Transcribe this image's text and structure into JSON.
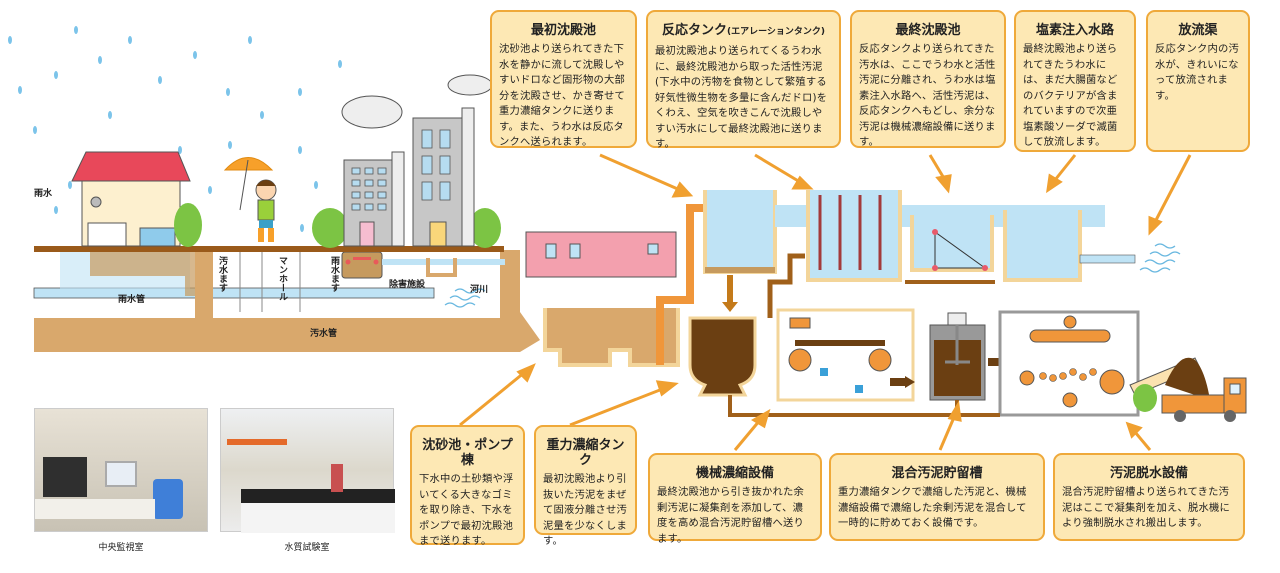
{
  "process_boxes": {
    "primary_settling": {
      "title": "最初沈殿池",
      "text": "沈砂池より送られてきた下水を静かに流して沈殿しやすいドロなど固形物の大部分を沈殿させ、かき寄せて重力濃縮タンクに送ります。また、うわ水は反応タンクへ送られます。"
    },
    "reaction_tank": {
      "title": "反応タンク",
      "subtitle": "(エアレーションタンク)",
      "text": "最初沈殿池より送られてくるうわ水に、最終沈殿池から取った活性汚泥(下水中の汚物を食物として繁殖する好気性微生物を多量に含んだドロ)をくわえ、空気を吹きこんで沈殿しやすい汚水にして最終沈殿池に送ります。"
    },
    "final_settling": {
      "title": "最終沈殿池",
      "text": "反応タンクより送られてきた汚水は、ここでうわ水と活性汚泥に分離され、うわ水は塩素注入水路へ、活性汚泥は、反応タンクへもどし、余分な汚泥は機械濃縮設備に送ります。"
    },
    "chlorine_channel": {
      "title": "塩素注入水路",
      "text": "最終沈殿池より送られてきたうわ水には、まだ大腸菌などのバクテリアが含まれていますので次亜塩素酸ソーダで滅菌して放流します。"
    },
    "discharge_channel": {
      "title": "放流渠",
      "text": "反応タンク内の汚水が、きれいになって放流されます。"
    },
    "grit_pump": {
      "title": "沈砂池・ポンプ棟",
      "text": "下水中の土砂類や浮いてくる大きなゴミを取り除き、下水をポンプで最初沈殿池まで送ります。"
    },
    "gravity_thickener": {
      "title": "重力濃縮タンク",
      "text": "最初沈殿池より引抜いた汚泥をまぜて固液分離させ汚泥量を少なくします。"
    },
    "mechanical_thickener": {
      "title": "機械濃縮設備",
      "text": "最終沈殿池から引き抜かれた余剰汚泥に凝集剤を添加して、濃度を高め混合汚泥貯留槽へ送ります。"
    },
    "mixed_sludge_tank": {
      "title": "混合汚泥貯留槽",
      "text": "重力濃縮タンクで濃縮した汚泥と、機械濃縮設備で濃縮した余剰汚泥を混合して一時的に貯めておく設備です。"
    },
    "dewatering": {
      "title": "汚泥脱水設備",
      "text": "混合汚泥貯留槽より送られてきた汚泥はここで凝集剤を加え、脱水機により強制脱水され搬出します。"
    }
  },
  "scene_labels": {
    "rainwater": "雨水",
    "sewage_basin": "汚水ます",
    "manhole": "マンホール",
    "rain_basin": "雨水ます",
    "storm_pipe": "雨水管",
    "sewer_pipe": "汚水管",
    "pretreatment": "除害施設",
    "river": "河川"
  },
  "photos": {
    "control_room": "中央監視室",
    "water_lab": "水質試験室"
  },
  "colors": {
    "box_fill": "#fde8b4",
    "box_border": "#efa93a",
    "arrow": "#f0a030",
    "water": "#bfe3f5",
    "sludge": "#6b3f12",
    "soil": "#d9a86c",
    "roof": "#e8485a",
    "pipe_orange": "#f0963a"
  }
}
